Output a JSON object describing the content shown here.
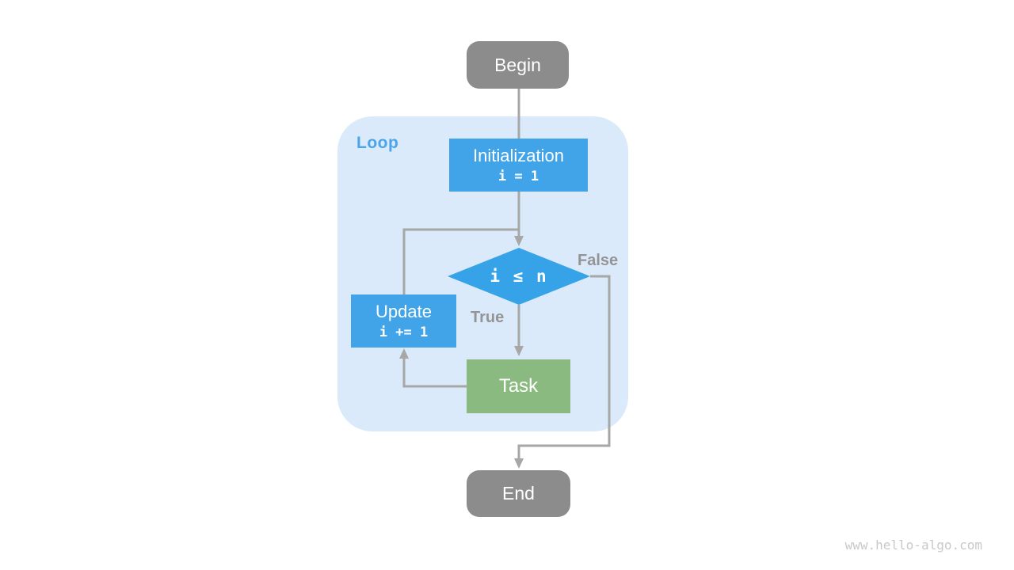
{
  "diagram": {
    "loop_label": "Loop",
    "nodes": {
      "begin": {
        "label": "Begin"
      },
      "initialization": {
        "label": "Initialization",
        "code": "i = 1"
      },
      "condition": {
        "code": "i ≤ n"
      },
      "update": {
        "label": "Update",
        "code": "i += 1"
      },
      "task": {
        "label": "Task"
      },
      "end": {
        "label": "End"
      }
    },
    "edge_labels": {
      "true_branch": "True",
      "false_branch": "False"
    },
    "watermark": "www.hello-algo.com",
    "colors": {
      "node_gray": "#8c8c8c",
      "node_blue": "#41a4e8",
      "diamond_blue": "#36a2e8",
      "node_green": "#8aba80",
      "loop_bg": "#daeafa",
      "loop_label_color": "#4aa5ea",
      "edge_gray": "#a7a7a7",
      "edge_label_color": "#949494",
      "watermark_color": "#c9c9c9"
    }
  }
}
